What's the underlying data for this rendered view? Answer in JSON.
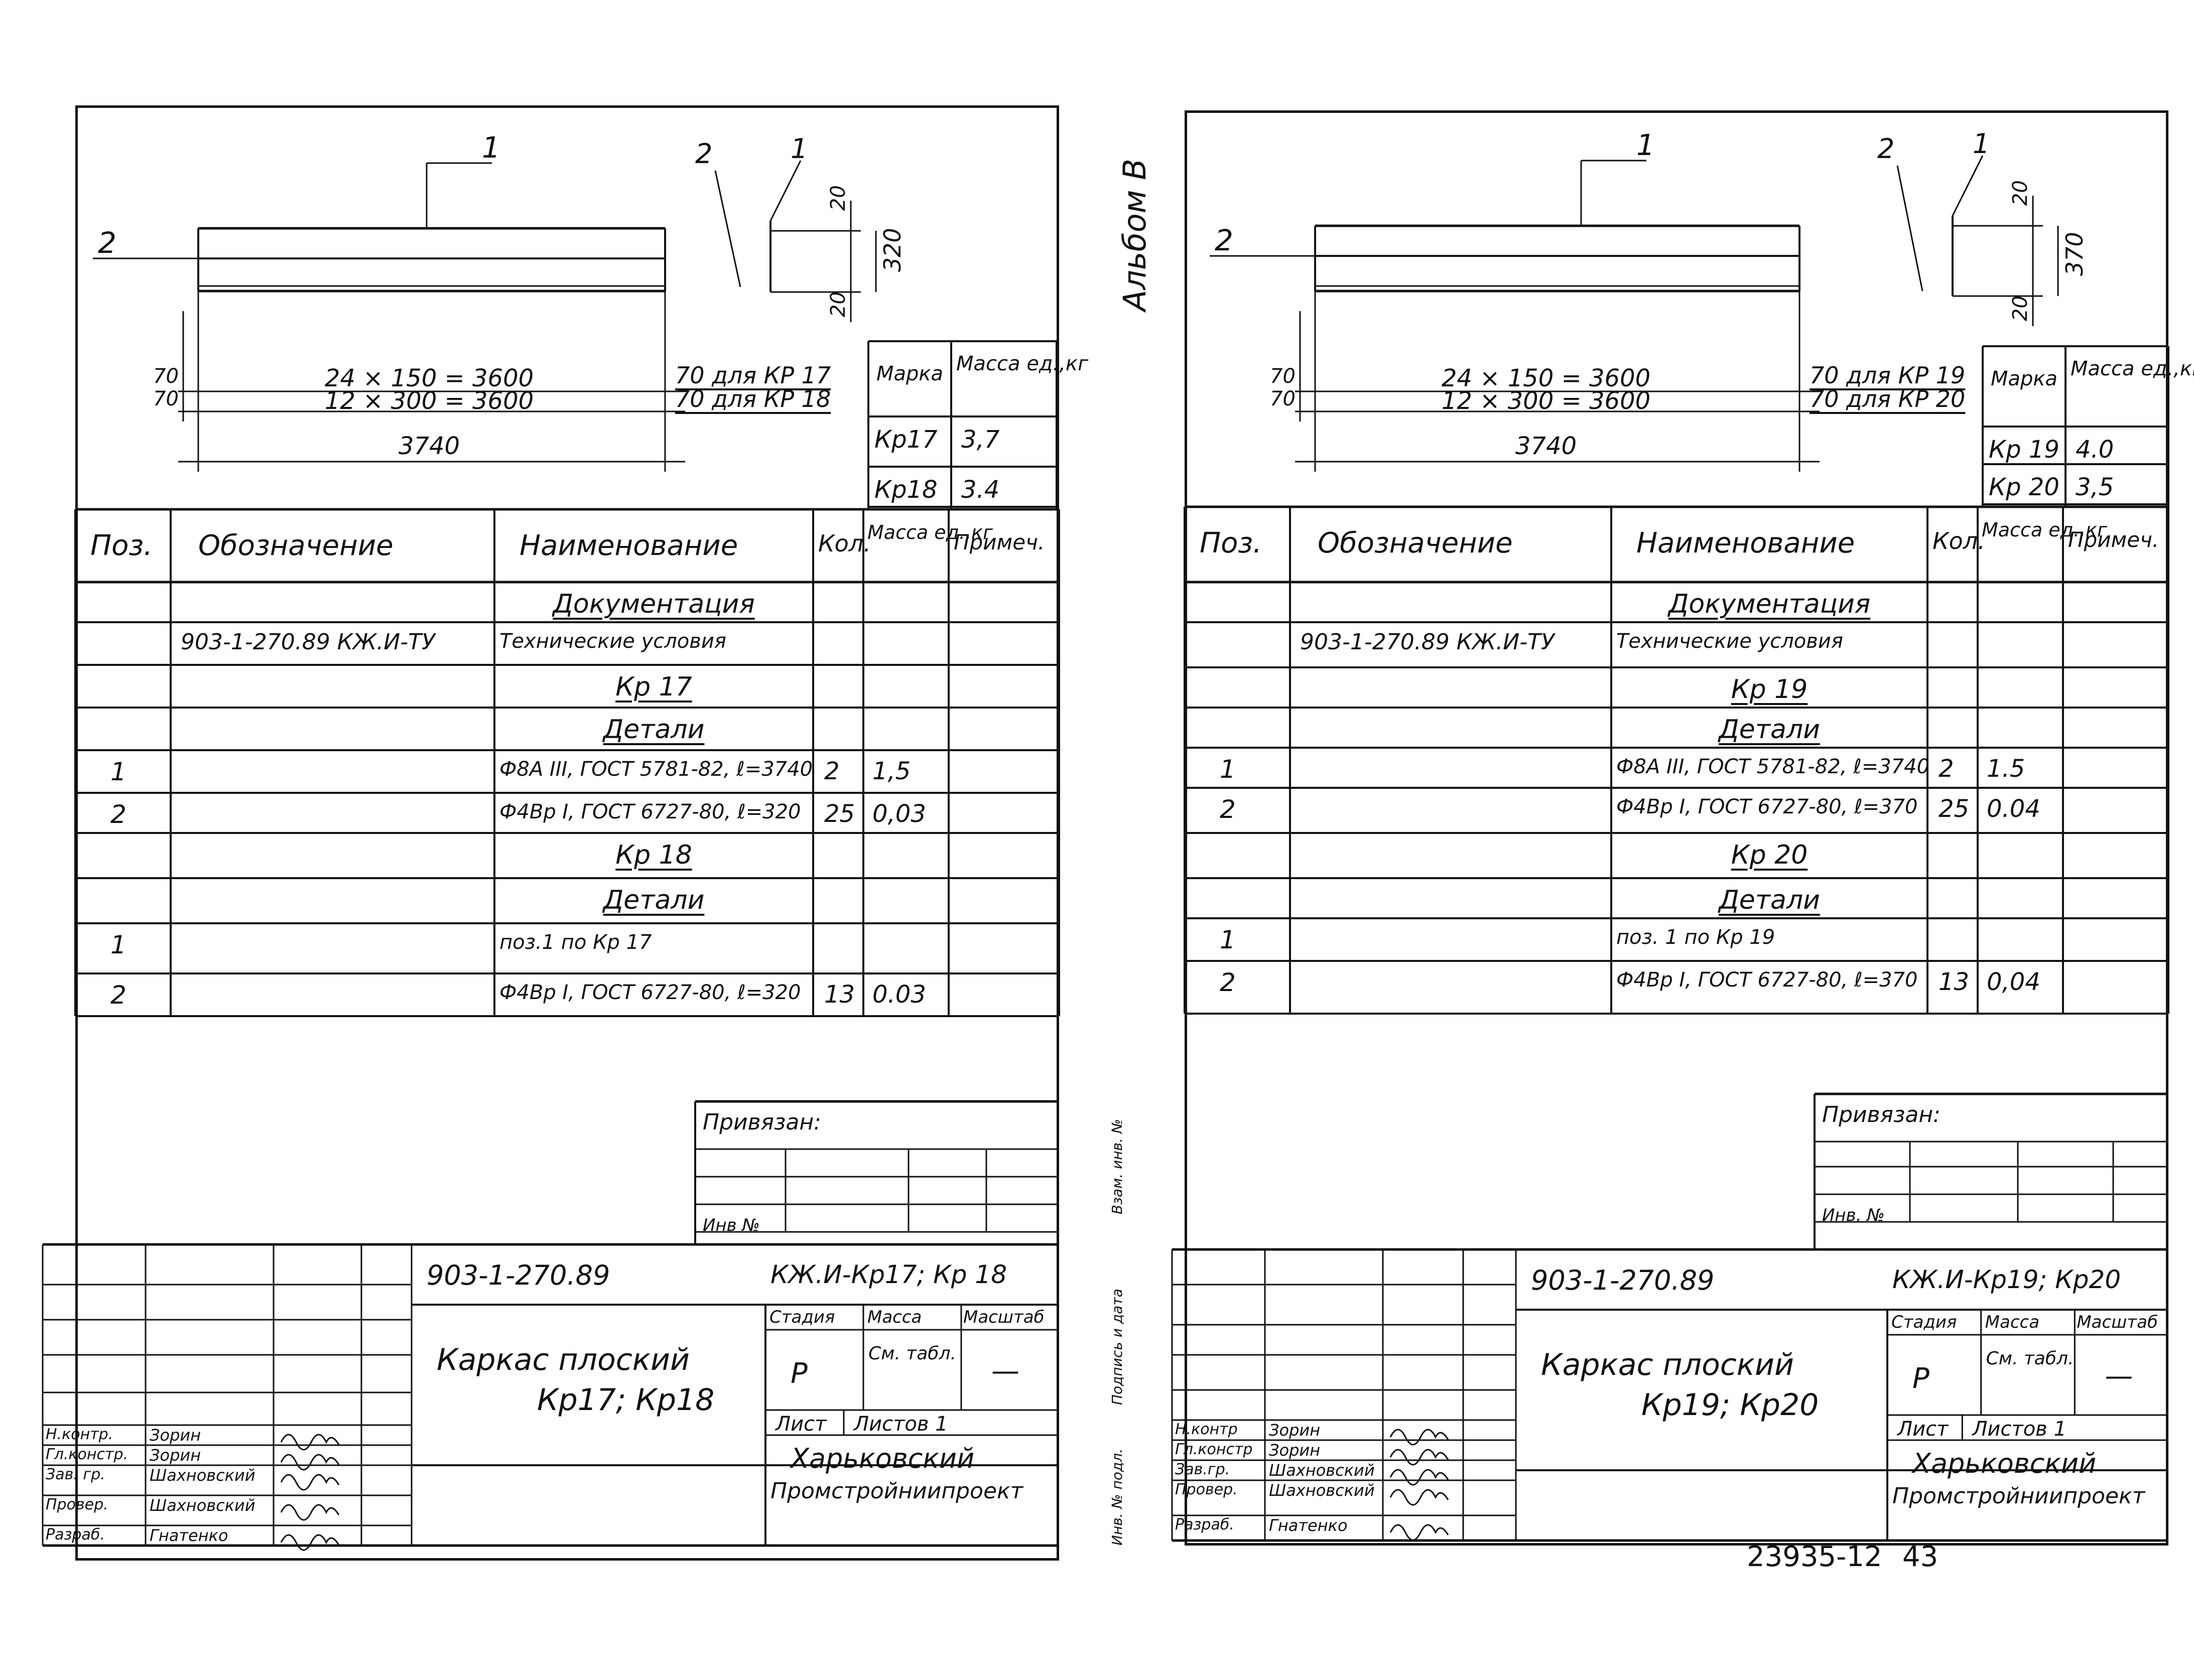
{
  "album": "Альбом В",
  "footer": {
    "sheet_code": "23935-12",
    "page": "43"
  },
  "side_stamp": {
    "inv": "Инв. № подл.",
    "sign": "Подпись и дата",
    "vzam": "Взам. инв. №"
  },
  "headers": {
    "pos": "Поз.",
    "designation": "Обозначение",
    "name": "Наименование",
    "qty": "Кол.",
    "mass": "Масса ед.,кг",
    "note": "Примеч.",
    "marka": "Марка",
    "mass_unit": "Масса ед.,кг"
  },
  "left": {
    "callout_1": "1",
    "callout_2": "2",
    "sec_1": "1",
    "sec_2": "2",
    "dim_20a": "20",
    "dim_20b": "20",
    "dim_h": "320",
    "dim_70a": "70",
    "dim_70b": "70",
    "dim_row1": "24 × 150 = 3600",
    "dim_row2": "12 × 300 = 3600",
    "dim_total": "3740",
    "note_1": "70 для КР 17",
    "note_2": "70 для КР 18",
    "marks": [
      {
        "mark": "Кр17",
        "mass": "3,7"
      },
      {
        "mark": "Кр18",
        "mass": "3.4"
      }
    ],
    "rows": [
      {
        "pos": "",
        "des": "",
        "name": "Документация",
        "u": true,
        "qty": "",
        "mass": ""
      },
      {
        "pos": "",
        "des": "903-1-270.89    КЖ.И-ТУ",
        "name": "Технические условия",
        "u": false,
        "qty": "",
        "mass": ""
      },
      {
        "pos": "",
        "des": "",
        "name": "Кр 17",
        "u": true,
        "qty": "",
        "mass": ""
      },
      {
        "pos": "",
        "des": "",
        "name": "Детали",
        "u": true,
        "qty": "",
        "mass": ""
      },
      {
        "pos": "1",
        "des": "",
        "name": "Ф8А III, ГОСТ 5781-82, ℓ=3740",
        "u": false,
        "qty": "2",
        "mass": "1,5"
      },
      {
        "pos": "2",
        "des": "",
        "name": "Ф4Вр I, ГОСТ 6727-80, ℓ=320",
        "u": false,
        "qty": "25",
        "mass": "0,03"
      },
      {
        "pos": "",
        "des": "",
        "name": "Кр 18",
        "u": true,
        "qty": "",
        "mass": ""
      },
      {
        "pos": "",
        "des": "",
        "name": "Детали",
        "u": true,
        "qty": "",
        "mass": ""
      },
      {
        "pos": "1",
        "des": "",
        "name": "поз.1 по Кр 17",
        "u": false,
        "qty": "",
        "mass": ""
      },
      {
        "pos": "2",
        "des": "",
        "name": "Ф4Вр I, ГОСТ 6727-80, ℓ=320",
        "u": false,
        "qty": "13",
        "mass": "0.03"
      }
    ],
    "privyazan": "Привязан:",
    "inv_no": "Инв №",
    "doc_no": "903-1-270.89",
    "doc_code": "КЖ.И-Кр17; Кр 18",
    "title_1": "Каркас плоский",
    "title_2": "Кр17; Кр18",
    "stage_h": "Стадия",
    "mass_h": "Масса",
    "scale_h": "Масштаб",
    "stage": "Р",
    "mass_v": "См. табл.",
    "scale_v": "—",
    "sheet_h": "Лист",
    "sheets_h": "Листов 1",
    "org_1": "Харьковский",
    "org_2": "Промстройниипроект",
    "people": [
      {
        "role": "Н.контр.",
        "name": "Зорин"
      },
      {
        "role": "Гл.констр.",
        "name": "Зорин"
      },
      {
        "role": "Зав. гр.",
        "name": "Шахновский"
      },
      {
        "role": "Провер.",
        "name": "Шахновский"
      },
      {
        "role": "Разраб.",
        "name": "Гнатенко"
      }
    ]
  },
  "right": {
    "callout_1": "1",
    "callout_2": "2",
    "sec_1": "1",
    "sec_2": "2",
    "dim_20a": "20",
    "dim_20b": "20",
    "dim_h": "370",
    "dim_70a": "70",
    "dim_70b": "70",
    "dim_row1": "24 × 150 = 3600",
    "dim_row2": "12 × 300 = 3600",
    "dim_total": "3740",
    "note_1": "70 для КР 19",
    "note_2": "70 для КР 20",
    "marks": [
      {
        "mark": "Кр 19",
        "mass": "4.0"
      },
      {
        "mark": "Кр 20",
        "mass": "3,5"
      }
    ],
    "rows": [
      {
        "pos": "",
        "des": "",
        "name": "Документация",
        "u": true,
        "qty": "",
        "mass": ""
      },
      {
        "pos": "",
        "des": "903-1-270.89    КЖ.И-ТУ",
        "name": "Технические условия",
        "u": false,
        "qty": "",
        "mass": ""
      },
      {
        "pos": "",
        "des": "",
        "name": "Кр 19",
        "u": true,
        "qty": "",
        "mass": ""
      },
      {
        "pos": "",
        "des": "",
        "name": "Детали",
        "u": true,
        "qty": "",
        "mass": ""
      },
      {
        "pos": "1",
        "des": "",
        "name": "Ф8А III, ГОСТ 5781-82, ℓ=3740",
        "u": false,
        "qty": "2",
        "mass": "1.5"
      },
      {
        "pos": "2",
        "des": "",
        "name": "Ф4Вр I, ГОСТ 6727-80, ℓ=370",
        "u": false,
        "qty": "25",
        "mass": "0.04"
      },
      {
        "pos": "",
        "des": "",
        "name": "Кр 20",
        "u": true,
        "qty": "",
        "mass": ""
      },
      {
        "pos": "",
        "des": "",
        "name": "Детали",
        "u": true,
        "qty": "",
        "mass": ""
      },
      {
        "pos": "1",
        "des": "",
        "name": "поз. 1 по Кр 19",
        "u": false,
        "qty": "",
        "mass": ""
      },
      {
        "pos": "2",
        "des": "",
        "name": "Ф4Вр I, ГОСТ 6727-80, ℓ=370",
        "u": false,
        "qty": "13",
        "mass": "0,04"
      }
    ],
    "privyazan": "Привязан:",
    "inv_no": "Инв. №",
    "doc_no": "903-1-270.89",
    "doc_code": "КЖ.И-Кр19; Кр20",
    "title_1": "Каркас плоский",
    "title_2": "Кр19; Кр20",
    "stage_h": "Стадия",
    "mass_h": "Масса",
    "scale_h": "Масштаб",
    "stage": "Р",
    "mass_v": "См. табл.",
    "scale_v": "—",
    "sheet_h": "Лист",
    "sheets_h": "Листов 1",
    "org_1": "Харьковский",
    "org_2": "Промстройниипроект",
    "people": [
      {
        "role": "Н.контр",
        "name": "Зорин"
      },
      {
        "role": "Гл.констр",
        "name": "Зорин"
      },
      {
        "role": "Зав.гр.",
        "name": "Шахновский"
      },
      {
        "role": "Провер.",
        "name": "Шахновский"
      },
      {
        "role": "Разраб.",
        "name": "Гнатенко"
      }
    ]
  }
}
